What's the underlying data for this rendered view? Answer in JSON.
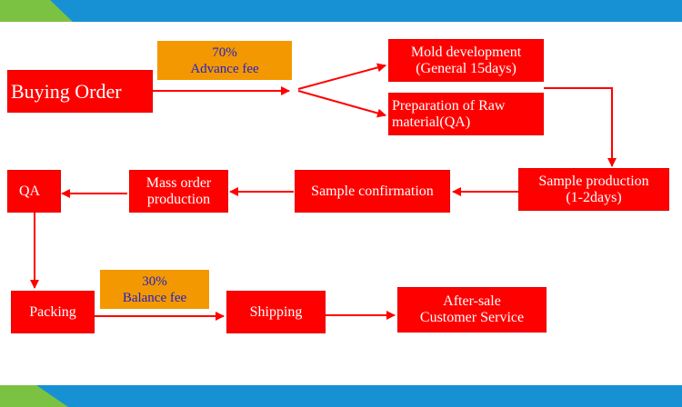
{
  "colors": {
    "band": "#1791d3",
    "band_accent": "#7cc242",
    "step": "#ff0000",
    "fee": "#f39800",
    "fee_text": "#2222cc",
    "arrow": "#ff0000"
  },
  "steps": {
    "buying_order": "Buying Order",
    "mold_development": "Mold development\n(General 15days)",
    "raw_material": "Preparation of Raw\nmaterial(QA)",
    "sample_production": "Sample production\n(1-2days)",
    "sample_confirmation": "Sample confirmation",
    "mass_order": "Mass order\nproduction",
    "qa": "QA",
    "packing": "Packing",
    "shipping": "Shipping",
    "after_sale": "After-sale\nCustomer Service"
  },
  "fees": {
    "advance": "70%\nAdvance fee",
    "balance": "30%\nBalance fee"
  }
}
